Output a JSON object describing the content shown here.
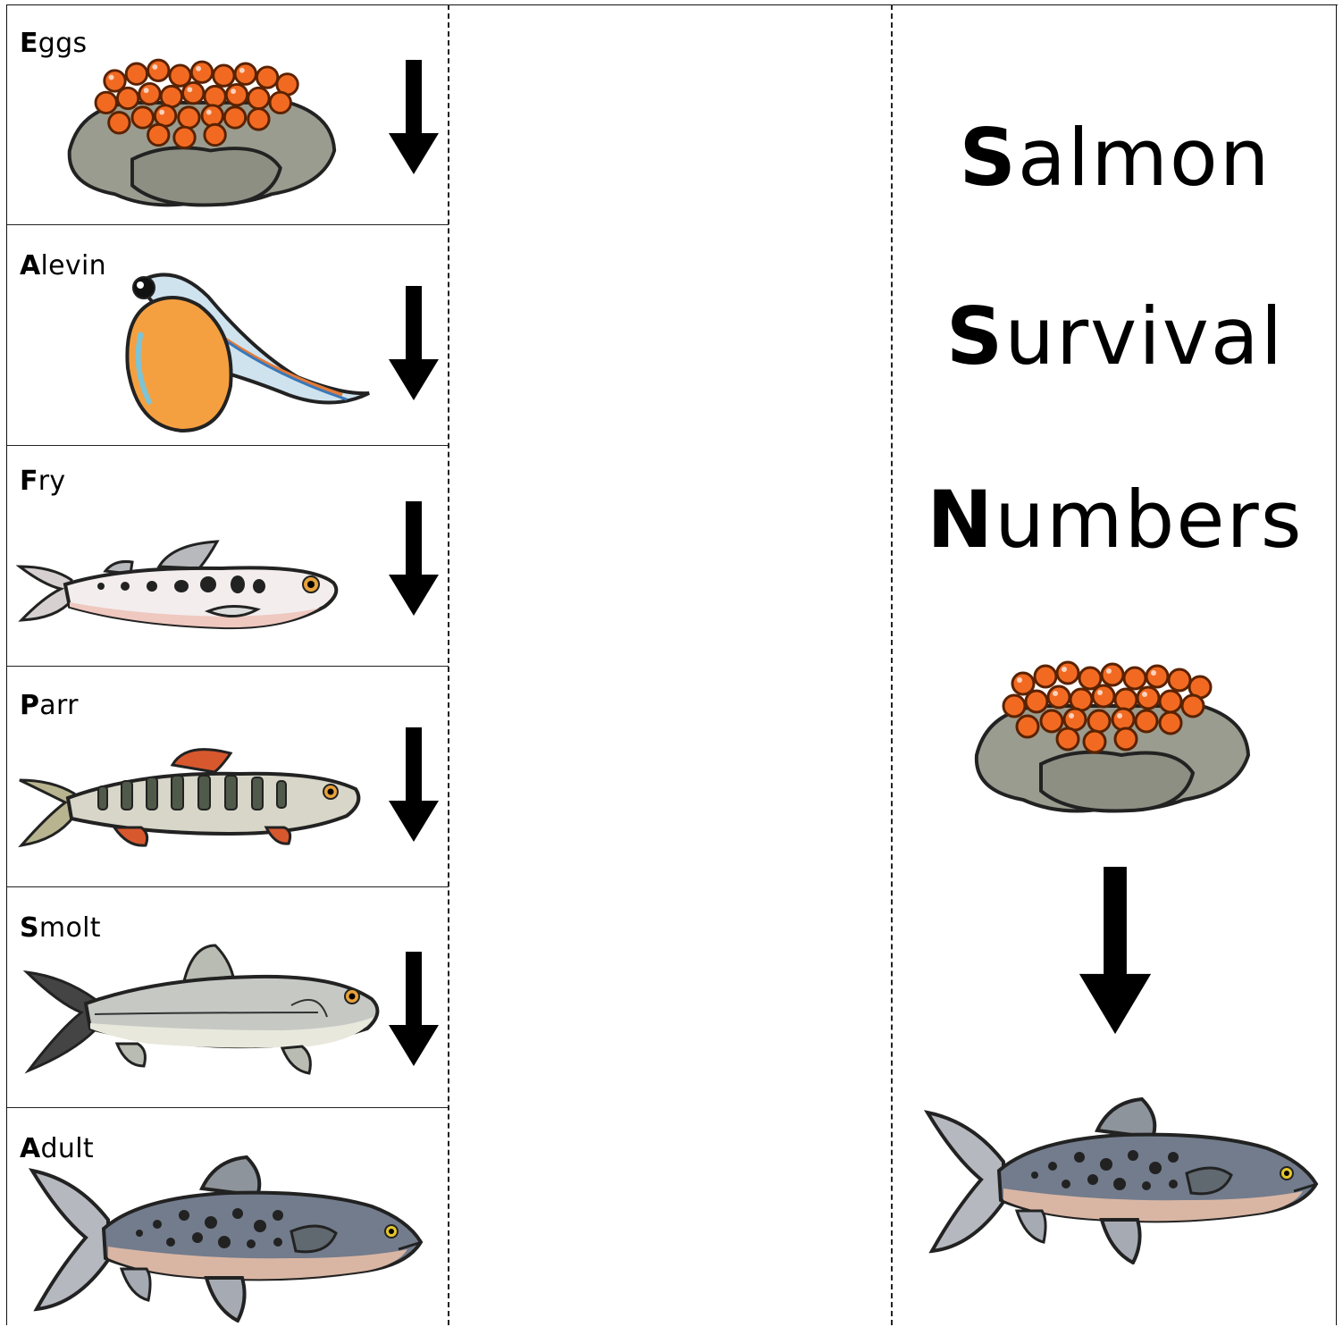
{
  "stages": [
    {
      "label": "Eggs"
    },
    {
      "label": "Alevin"
    },
    {
      "label": "Fry"
    },
    {
      "label": "Parr"
    },
    {
      "label": "Smolt"
    },
    {
      "label": "Adult"
    }
  ],
  "title": {
    "line1": "Salmon",
    "line2": "Survival",
    "line3": "Numbers"
  },
  "colors": {
    "egg_orange": "#f26a22",
    "rock_gray": "#9a9c8f",
    "alevin_yolk": "#f5a040",
    "fish_blue_gray": "#6f7a8a",
    "fin_red": "#d8582e",
    "arrow_black": "#000000"
  }
}
